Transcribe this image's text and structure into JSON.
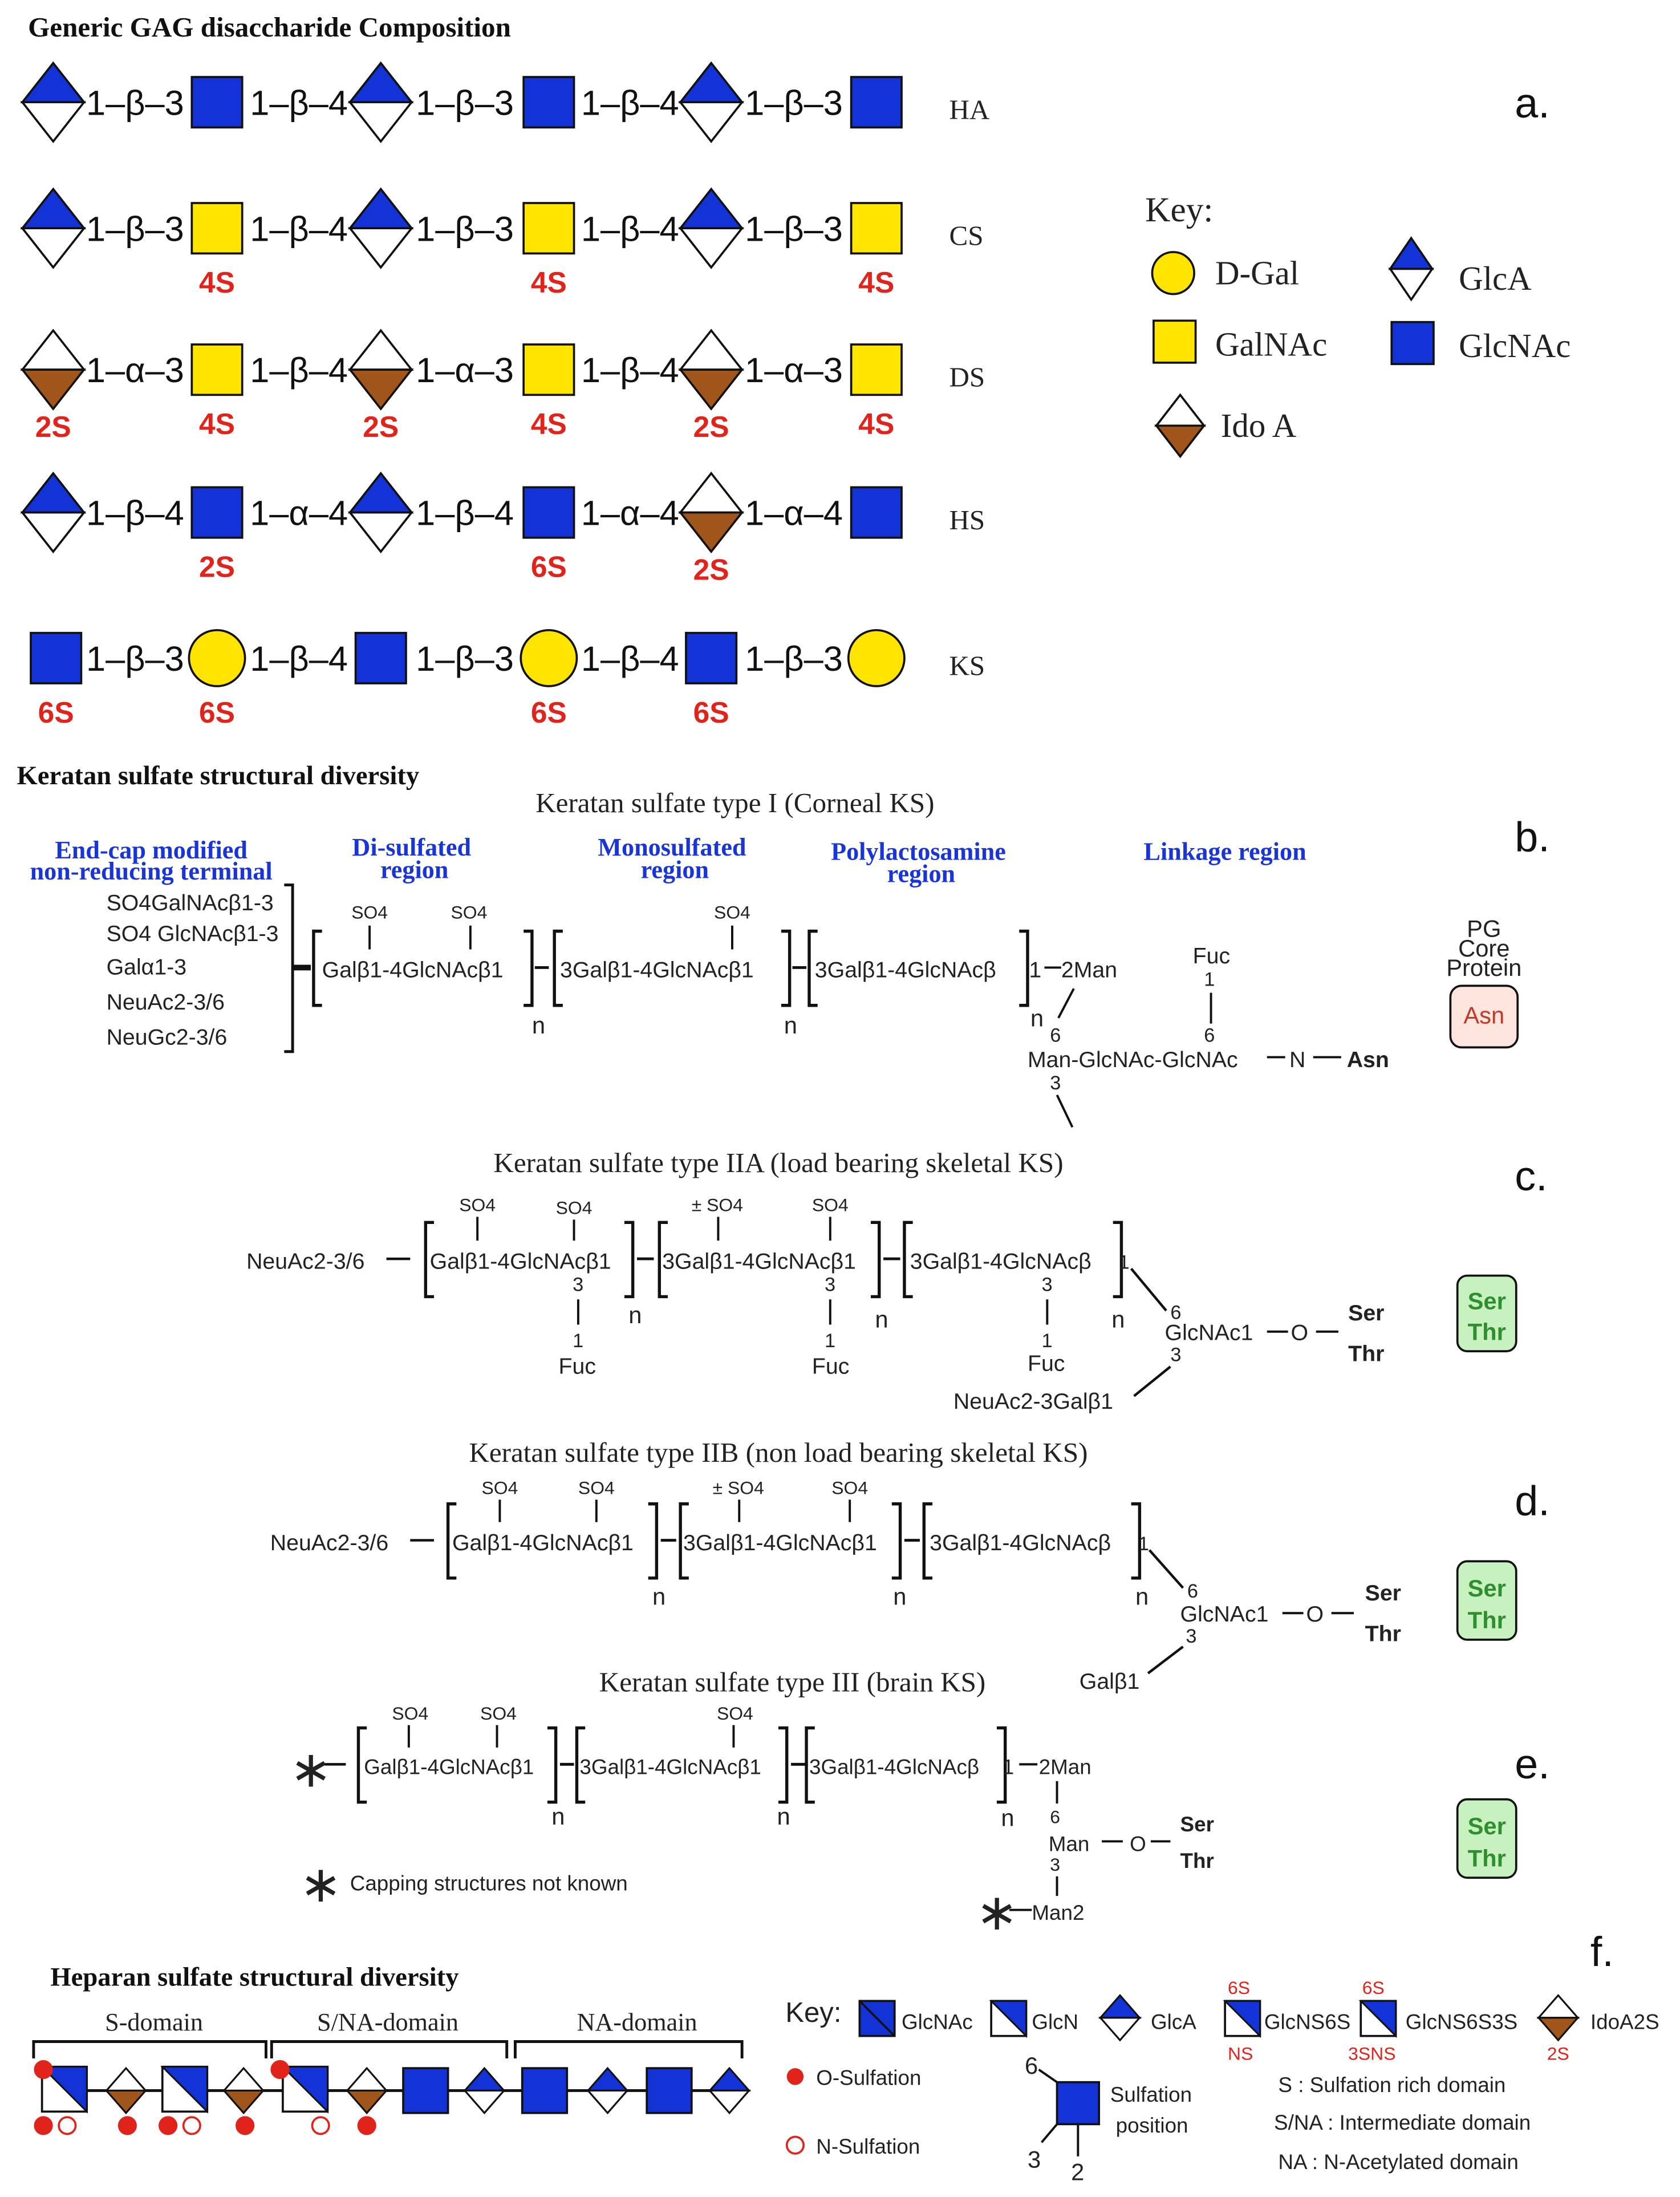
{
  "colors": {
    "glc": "#1433d6",
    "gal": "#ffe400",
    "ido": "#a0561b",
    "sulfate": "#e0231b",
    "region": "#1a35d6",
    "asn_fill": "#fde5dd",
    "asn_text": "#c0392b",
    "ser_fill": "#c8f1c0",
    "ser_text": "#2f8f2f"
  },
  "panel_a": {
    "title": "Generic GAG disaccharide Composition",
    "label": "a.",
    "rows": [
      {
        "abbr": "HA",
        "symbols": [
          "GlcA",
          "GlcNAc",
          "GlcA",
          "GlcNAc",
          "GlcA",
          "GlcNAc"
        ],
        "links": [
          "1–β–3",
          "1–β–4",
          "1–β–3",
          "1–β–4",
          "1–β–3"
        ],
        "sulfates": [
          "",
          "",
          "",
          "",
          "",
          ""
        ]
      },
      {
        "abbr": "CS",
        "symbols": [
          "GlcA",
          "GalNAc",
          "GlcA",
          "GalNAc",
          "GlcA",
          "GalNAc"
        ],
        "links": [
          "1–β–3",
          "1–β–4",
          "1–β–3",
          "1–β–4",
          "1–β–3"
        ],
        "sulfates": [
          "",
          "4S",
          "",
          "4S",
          "",
          "4S"
        ]
      },
      {
        "abbr": "DS",
        "symbols": [
          "IdoA",
          "GalNAc",
          "IdoA",
          "GalNAc",
          "IdoA",
          "GalNAc"
        ],
        "links": [
          "1–α–3",
          "1–β–4",
          "1–α–3",
          "1–β–4",
          "1–α–3"
        ],
        "sulfates": [
          "2S",
          "4S",
          "2S",
          "4S",
          "2S",
          "4S"
        ]
      },
      {
        "abbr": "HS",
        "symbols": [
          "GlcA",
          "GlcNAc",
          "GlcA",
          "GlcNAc",
          "IdoA",
          "GlcNAc"
        ],
        "links": [
          "1–β–4",
          "1–α–4",
          "1–β–4",
          "1–α–4",
          "1–α–4"
        ],
        "sulfates": [
          "",
          "2S",
          "",
          "6S",
          "2S",
          ""
        ]
      },
      {
        "abbr": "KS",
        "symbols": [
          "GlcNAc",
          "Gal",
          "GlcNAc",
          "Gal",
          "GlcNAc",
          "Gal"
        ],
        "links": [
          "1–β–3",
          "1–β–4",
          "1–β–3",
          "1–β–4",
          "1–β–3"
        ],
        "sulfates": [
          "6S",
          "6S",
          "",
          "6S",
          "6S",
          ""
        ]
      }
    ],
    "key": {
      "title": "Key:",
      "items": [
        {
          "symbol": "Gal",
          "label": "D-Gal"
        },
        {
          "symbol": "GalNAc",
          "label": "GalNAc"
        },
        {
          "symbol": "IdoA",
          "label": "Ido A"
        },
        {
          "symbol": "GlcA",
          "label": "GlcA"
        },
        {
          "symbol": "GlcNAc",
          "label": "GlcNAc"
        }
      ]
    }
  },
  "panel_b": {
    "section_title": "Keratan sulfate structural diversity",
    "title": "Keratan sulfate type I (Corneal KS)",
    "label": "b.",
    "regions": [
      "End-cap modified",
      "non-reducing terminal",
      "Di-sulfated",
      "region",
      "Monosulfated",
      "region",
      "Polylactosamine",
      "region",
      "Linkage region"
    ],
    "endcaps": [
      "SO4GalNAcβ1-3",
      "SO4 GlcNAcβ1-3",
      "Galα1-3",
      "NeuAc2-3/6",
      "NeuGc2-3/6"
    ],
    "units": [
      "Galβ1-4GlcNAcβ1",
      "3Galβ1-4GlcNAcβ1",
      "3Galβ1-4GlcNAcβ"
    ],
    "sulfate": "SO4",
    "repeat": "n",
    "ends": [
      "1",
      "2Man",
      "6",
      "3",
      "Man-GlcNAc-GlcNAc",
      "N",
      "Asn",
      "Fuc",
      "1",
      "6"
    ],
    "core_label": [
      "PG",
      "Core",
      "Protein"
    ],
    "box": "Asn"
  },
  "panel_c": {
    "title": "Keratan sulfate type IIA (load bearing skeletal KS)",
    "label": "c.",
    "start": "NeuAc2-3/6",
    "units": [
      "Galβ1-4GlcNAcβ1",
      "3Galβ1-4GlcNAcβ1",
      "3Galβ1-4GlcNAcβ"
    ],
    "sulfates": [
      "SO4",
      "SO4",
      "± SO4",
      "SO4"
    ],
    "fuc": [
      "3",
      "1",
      "Fuc"
    ],
    "repeat": "n",
    "ends": [
      "1",
      "6",
      "GlcNAc1",
      "O",
      "3",
      "NeuAc2-3Galβ1",
      "Ser",
      "Thr"
    ],
    "box": [
      "Ser",
      "Thr"
    ]
  },
  "panel_d": {
    "title": "Keratan sulfate type IIB (non load bearing skeletal KS)",
    "label": "d.",
    "start": "NeuAc2-3/6",
    "units": [
      "Galβ1-4GlcNAcβ1",
      "3Galβ1-4GlcNAcβ1",
      "3Galβ1-4GlcNAcβ"
    ],
    "sulfates": [
      "SO4",
      "SO4",
      "± SO4",
      "SO4"
    ],
    "repeat": "n",
    "ends": [
      "1",
      "6",
      "GlcNAc1",
      "O",
      "3",
      "Galβ1",
      "Ser",
      "Thr"
    ],
    "box": [
      "Ser",
      "Thr"
    ]
  },
  "panel_e": {
    "title": "Keratan sulfate type III (brain KS)",
    "label": "e.",
    "units": [
      "Galβ1-4GlcNAcβ1",
      "3Galβ1-4GlcNAcβ1",
      "3Galβ1-4GlcNAcβ"
    ],
    "sulfate": "SO4",
    "repeat": "n",
    "ends": [
      "1",
      "2Man",
      "6",
      "Man",
      "O",
      "3",
      "Man2",
      "Ser",
      "Thr"
    ],
    "star": "∗",
    "note": "Capping structures not known",
    "box": [
      "Ser",
      "Thr"
    ]
  },
  "panel_f": {
    "title": "Heparan sulfate structural diversity",
    "label": "f.",
    "domains": [
      "S-domain",
      "S/NA-domain",
      "NA-domain"
    ],
    "key_title": "Key:",
    "key_items": [
      "GlcNAc",
      "GlcN",
      "GlcA",
      "GlcNS6S",
      "GlcNS6S3S",
      "IdoA2S"
    ],
    "key_marks": [
      "6S",
      "NS",
      "6S",
      "3SNS",
      "2S"
    ],
    "o_sulf": "O-Sulfation",
    "n_sulf": "N-Sulfation",
    "sulf_pos": [
      "Sulfation",
      "position"
    ],
    "sulf_nums": [
      "6",
      "3",
      "2"
    ],
    "legend": [
      "S :  Sulfation rich domain",
      "S/NA : Intermediate domain",
      "NA :  N-Acetylated domain"
    ]
  }
}
